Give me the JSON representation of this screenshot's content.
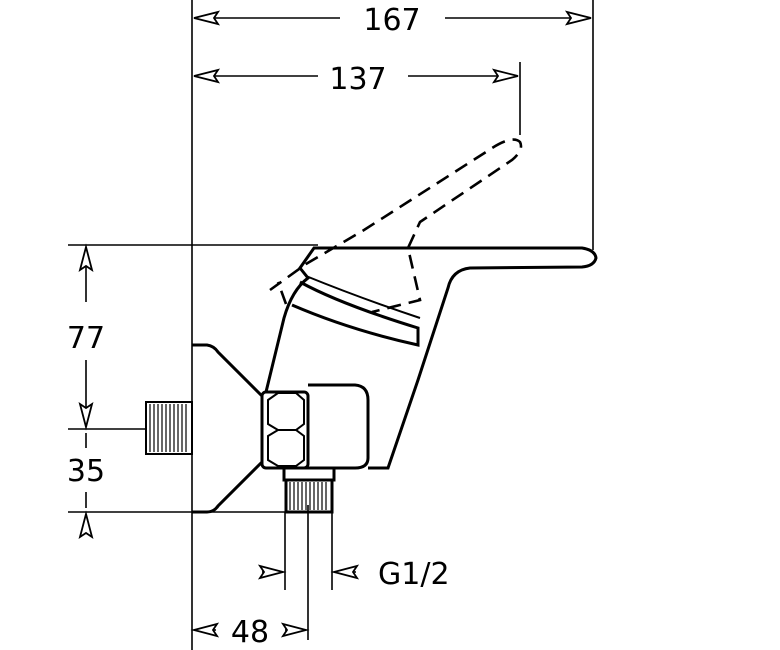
{
  "dimensions": {
    "overall_length": "167",
    "lever_reach": "137",
    "height_upper": "77",
    "height_lower": "35",
    "outlet_thread": "G1/2",
    "wall_to_outlet": "48"
  }
}
